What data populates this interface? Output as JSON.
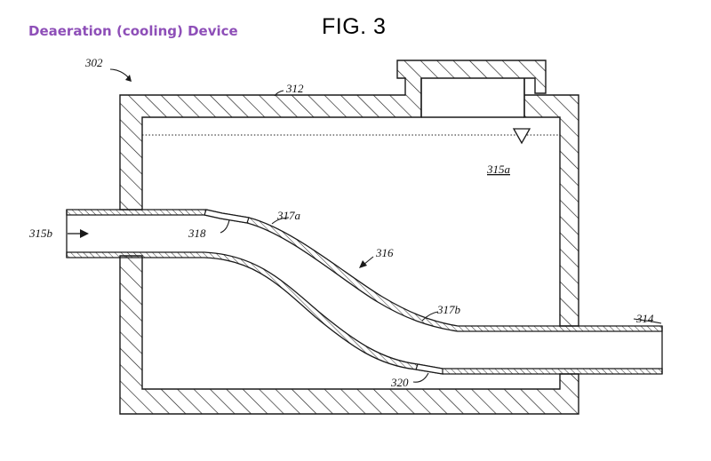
{
  "caption": {
    "text": "Deaeration (cooling) Device",
    "color": "#8e4fb8"
  },
  "figure_title": "FIG. 3",
  "labels": {
    "device": "302",
    "tank": "312",
    "outlet": "314",
    "water": "315a",
    "inlet": "315b",
    "tube": "316",
    "tube_upper_bend": "317a",
    "tube_lower_bend": "317b",
    "inlet_joint": "318",
    "outlet_joint": "320"
  },
  "colors": {
    "line": "#1a1a1a",
    "background": "#ffffff"
  }
}
